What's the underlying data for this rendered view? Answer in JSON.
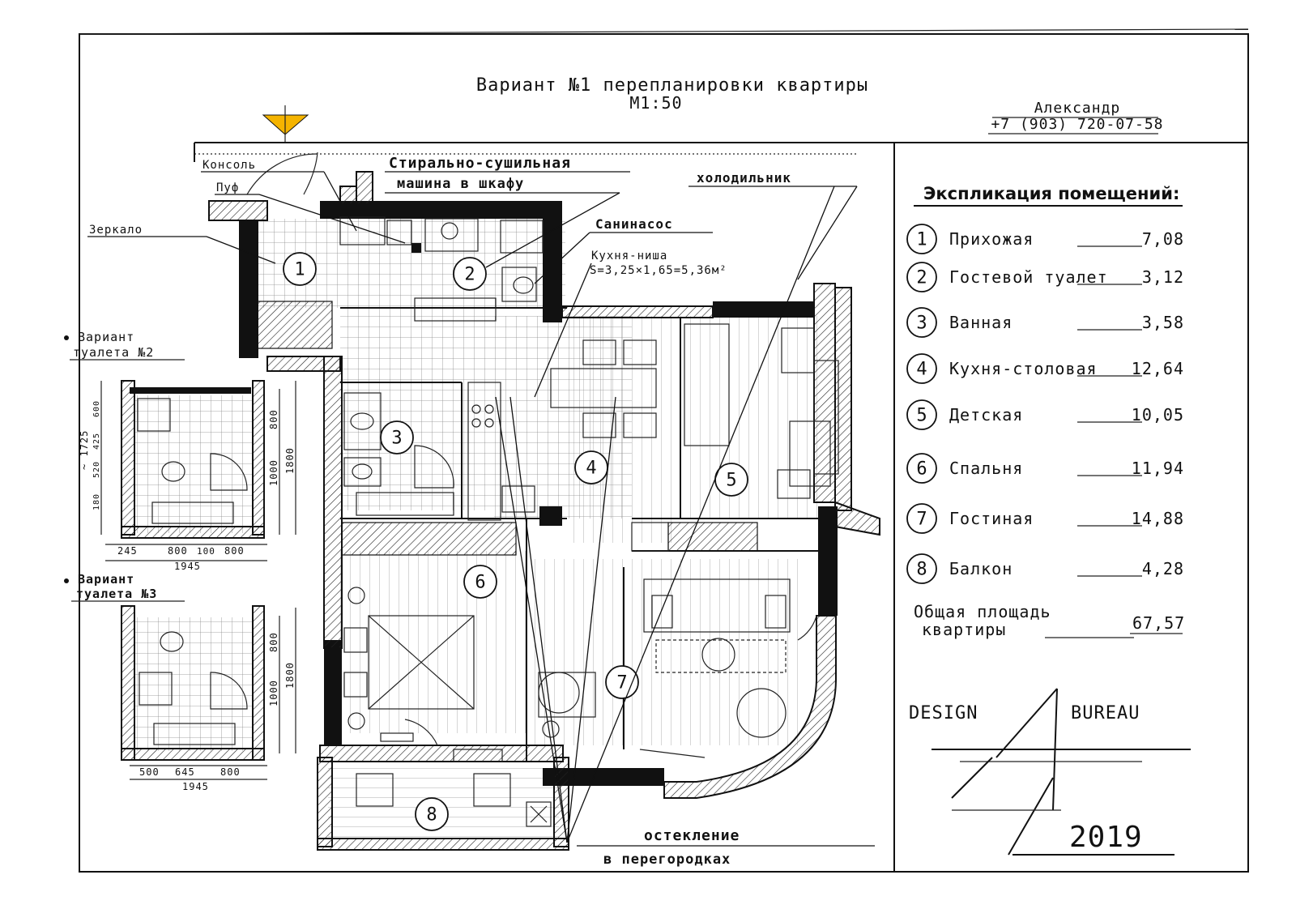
{
  "header": {
    "title": "Вариант №1 перепланировки квартиры",
    "scale": "М1:50",
    "author_name": "Александр",
    "author_phone": "+7 (903) 720-07-58"
  },
  "callouts": {
    "console": "Консоль",
    "pouf": "Пуф",
    "mirror": "Зеркало",
    "washer_line1": "Стирально-сушильная",
    "washer_line2": "машина в шкафу",
    "fridge": "холодильник",
    "sewage_pump": "Санинасос",
    "kitchen_niche_line1": "Кухня-ниша",
    "kitchen_niche_line2": "S=3,25×1,65=5,36м²",
    "glazing_line1": "остекление",
    "glazing_line2": "в перегородках"
  },
  "room_markers": [
    "1",
    "2",
    "3",
    "4",
    "5",
    "6",
    "7",
    "8"
  ],
  "explication": {
    "title": "Экспликация помещений:",
    "rooms": [
      {
        "num": "1",
        "name": "Прихожая",
        "area": "7,08"
      },
      {
        "num": "2",
        "name": "Гостевой туалет",
        "area": "3,12"
      },
      {
        "num": "3",
        "name": "Ванная",
        "area": "3,58"
      },
      {
        "num": "4",
        "name": "Кухня-столовая",
        "area": "12,64"
      },
      {
        "num": "5",
        "name": "Детская",
        "area": "10,05"
      },
      {
        "num": "6",
        "name": "Спальня",
        "area": "11,94"
      },
      {
        "num": "7",
        "name": "Гостиная",
        "area": "14,88"
      },
      {
        "num": "8",
        "name": "Балкон",
        "area": "4,28"
      }
    ],
    "total_line1": "Общая площадь",
    "total_line2": "квартиры",
    "total_area": "67,57"
  },
  "variant2": {
    "label_line1": "Вариант",
    "label_line2": "туалета №2",
    "dims_bottom": [
      "245",
      "800",
      "100",
      "800"
    ],
    "dim_total": "1945",
    "dims_right": [
      "800",
      "1000"
    ],
    "dim_right_total": "1800",
    "dims_left": [
      "600",
      "425",
      "520",
      "180"
    ],
    "dim_left_total": "~ 1725"
  },
  "variant3": {
    "label_line1": "Вариант",
    "label_line2": "туалета №3",
    "dims_bottom": [
      "500",
      "645",
      "800"
    ],
    "dim_total": "1945",
    "dims_right": [
      "800",
      "1000"
    ],
    "dim_right_total": "1800"
  },
  "brand": {
    "left": "DESIGN",
    "right": "BUREAU",
    "year": "2019"
  },
  "colors": {
    "north_marker": "#f5b400",
    "ink": "#111111"
  }
}
